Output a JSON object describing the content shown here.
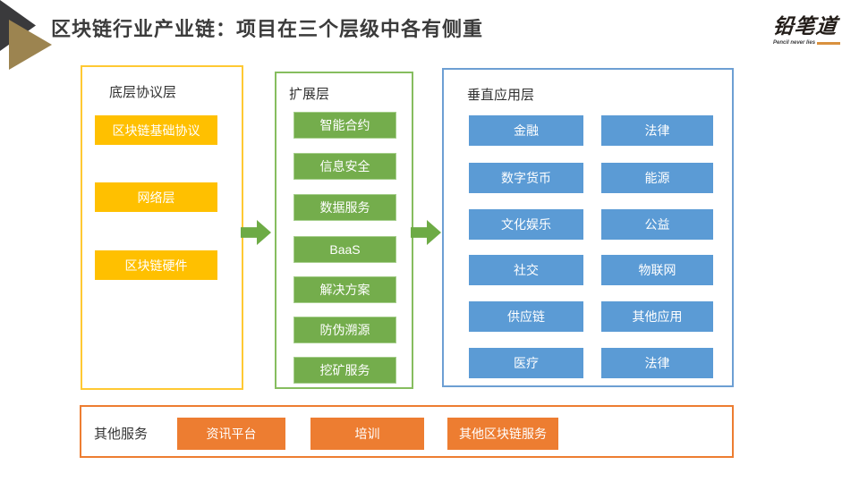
{
  "title": "区块链行业产业链：项目在三个层级中各有侧重",
  "logo": {
    "name": "铅笔道",
    "tagline": "Pencil never lies"
  },
  "colors": {
    "yellow": "#FFC000",
    "green": "#70AD47",
    "blue": "#5B9BD5",
    "orange": "#ED7D31",
    "title_text": "#3B3B3B",
    "gold_decoration": "#9C8450",
    "dark_decoration": "#3A3A3C"
  },
  "layers": [
    {
      "label": "底层协议层",
      "items": [
        "区块链基础协议",
        "网络层",
        "区块链硬件"
      ]
    },
    {
      "label": "扩展层",
      "items": [
        "智能合约",
        "信息安全",
        "数据服务",
        "BaaS",
        "解决方案",
        "防伪溯源",
        "挖矿服务"
      ]
    },
    {
      "label": "垂直应用层",
      "items_left": [
        "金融",
        "数字货币",
        "文化娱乐",
        "社交",
        "供应链",
        "医疗"
      ],
      "items_right": [
        "法律",
        "能源",
        "公益",
        "物联网",
        "其他应用",
        "法律"
      ]
    }
  ],
  "other_services": {
    "label": "其他服务",
    "items": [
      "资讯平台",
      "培训",
      "其他区块链服务"
    ]
  }
}
